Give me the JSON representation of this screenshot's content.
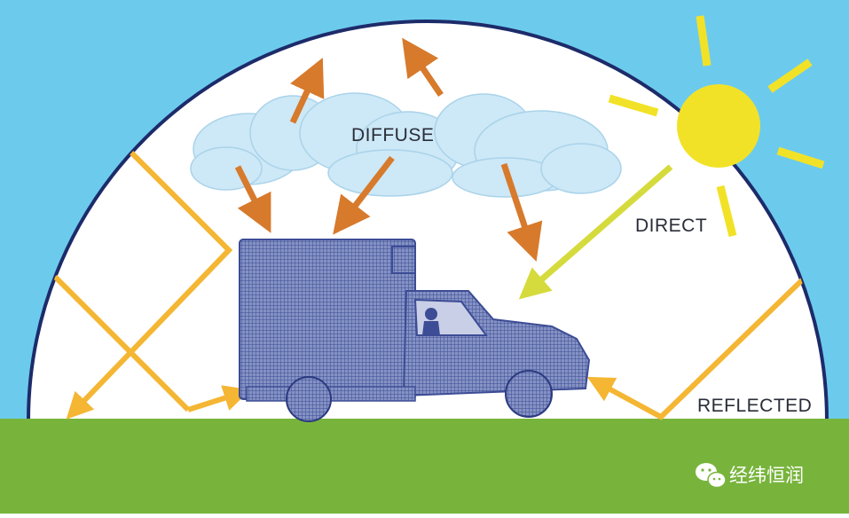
{
  "labels": {
    "diffuse": "DIFFUSE",
    "direct": "DIRECT",
    "reflected": "REFLECTED"
  },
  "watermark": {
    "text": "经纬恒润",
    "icon": "wechat-icon"
  },
  "colors": {
    "sky": "#6ccbed",
    "dome": "#ffffff",
    "dome_outline": "#1d2b6a",
    "ground": "#78b43c",
    "cloud": "#cde8f6",
    "diffuse_arrow": "#d77a2c",
    "reflected_ray": "#f4b633",
    "direct_ray": "#d5db3c",
    "sun": "#f2e227",
    "truck_mesh": "#5366a8"
  }
}
